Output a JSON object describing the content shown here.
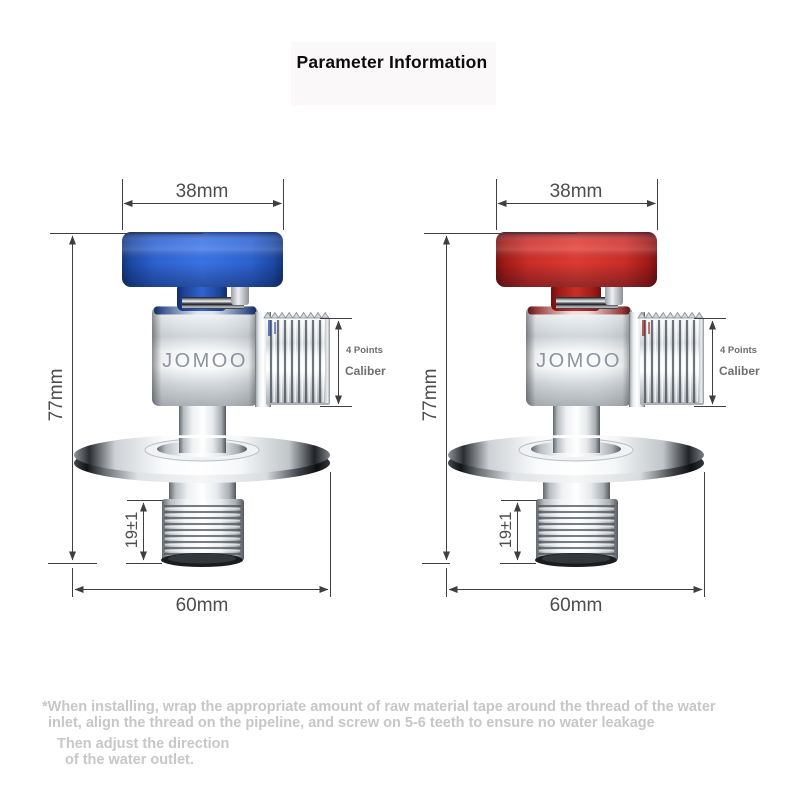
{
  "page": {
    "title": "Parameter Information"
  },
  "colors": {
    "blue_handle": "#2c62d3",
    "red_handle": "#cd2d28",
    "dimension_text": "#4d4d4d",
    "dimension_line": "#3f3f3f",
    "brand_text": "#8e949e",
    "note_text": "#c7c7c7"
  },
  "valves": {
    "left": {
      "handle_color_name": "blue",
      "brand": "JOMOO",
      "width_label": "38mm",
      "height_label": "77mm",
      "base_width_label": "60mm",
      "inlet_thread_label": "19±1",
      "caliber_label_line1": "4 Points",
      "caliber_label_line2": "Caliber"
    },
    "right": {
      "handle_color_name": "red",
      "brand": "JOMOO",
      "width_label": "38mm",
      "height_label": "77mm",
      "base_width_label": "60mm",
      "inlet_thread_label": "19±1",
      "caliber_label_line1": "4 Points",
      "caliber_label_line2": "Caliber"
    }
  },
  "footnote": {
    "line1": "*When installing, wrap the appropriate amount of raw material tape around the thread of the water",
    "line2": "inlet, align the thread on the pipeline, and screw on 5-6 teeth to ensure no water leakage",
    "line3": "Then adjust the direction",
    "line4": "of the water outlet."
  }
}
